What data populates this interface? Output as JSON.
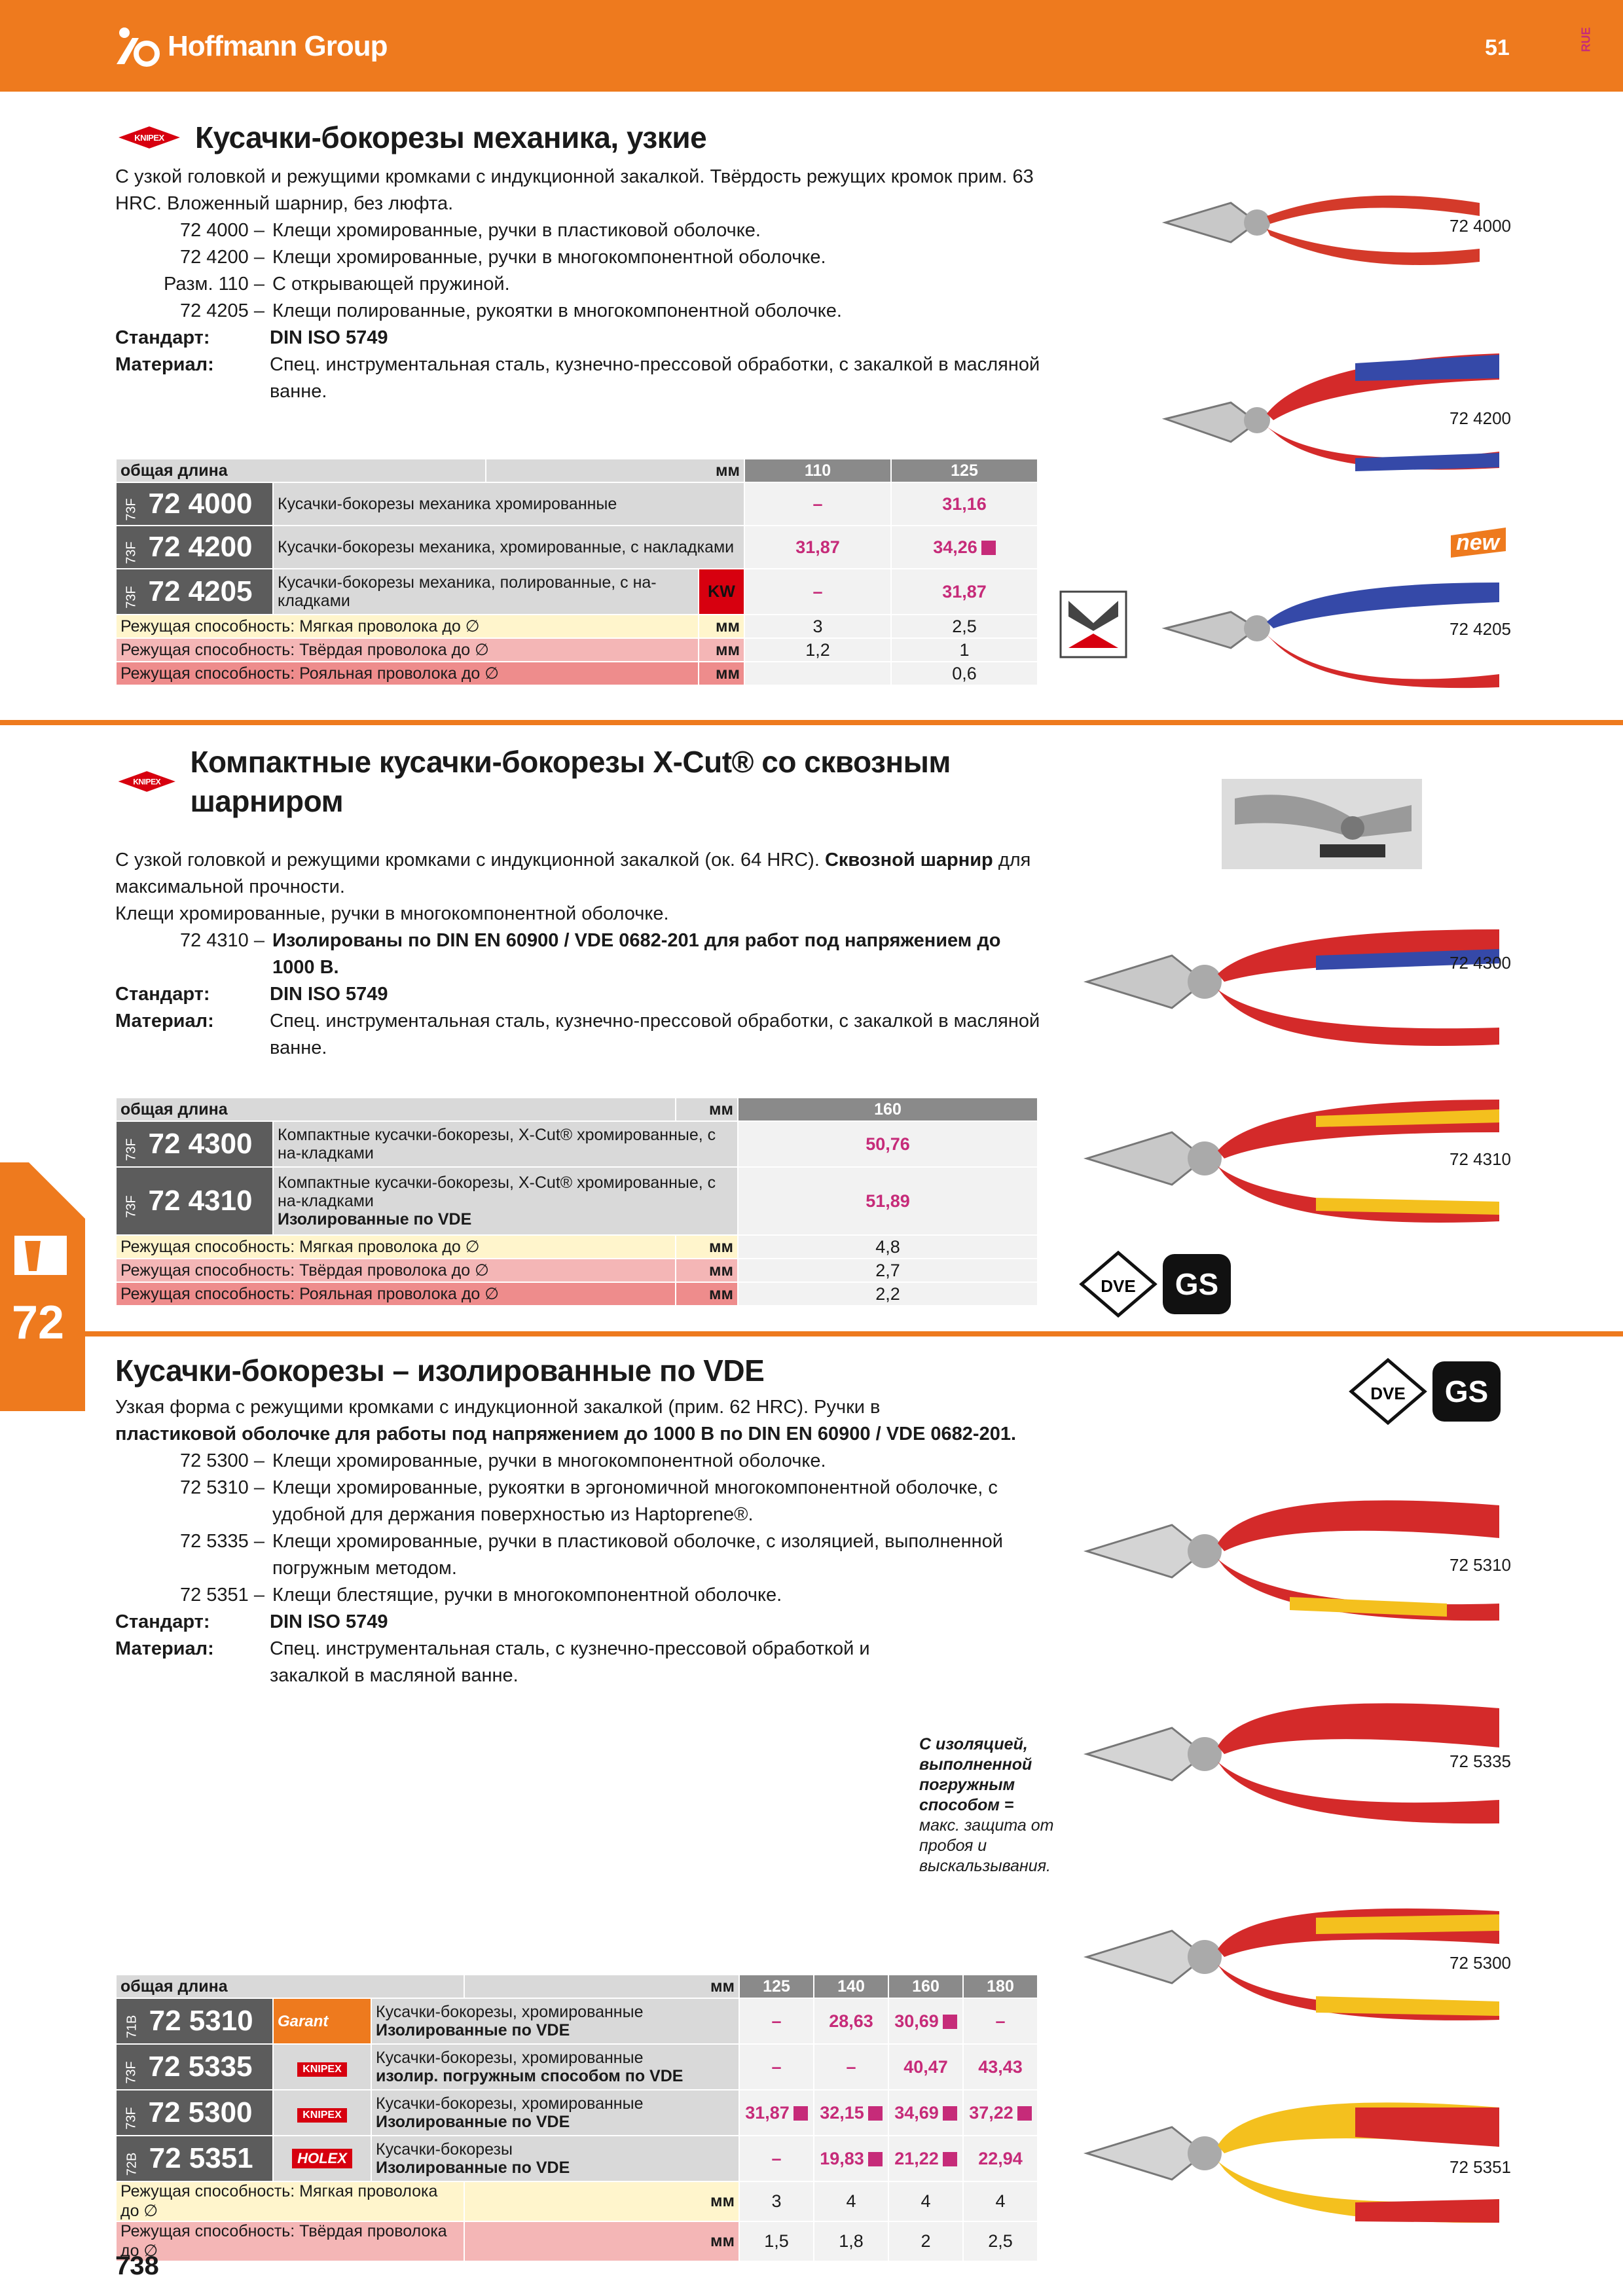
{
  "header": {
    "brand": "Hoffmann Group",
    "page_tag": "51",
    "lang_code": "RUE"
  },
  "section1": {
    "title": "Кусачки-бокорезы механика, узкие",
    "intro": "С узкой головкой и режущими кромками с индукционной закалкой. Твёрдость режущих кромок прим. 63 HRC. Вложенный шарнир, без люфта.",
    "items": [
      {
        "code": "72 4000 –",
        "desc": "Клещи хромированные, ручки в пластиковой оболочке."
      },
      {
        "code": "72 4200 –",
        "desc": "Клещи хромированные, ручки в многокомпонентной оболочке."
      },
      {
        "code": "Разм. 110 –",
        "desc": "С открывающей пружиной."
      },
      {
        "code": "72 4205 –",
        "desc": "Клещи полированные, рукоятки в многокомпонентной оболочке."
      }
    ],
    "standard_key": "Стандарт:",
    "standard_val": "DIN ISO 5749",
    "material_key": "Материал:",
    "material_val": "Спец. инструментальная сталь, кузнечно-прессовой обработки, с закалкой в масляной ванне.",
    "table": {
      "head_label": "общая длина",
      "unit": "мм",
      "sizes": [
        "110",
        "125"
      ],
      "rows": [
        {
          "pre": "73F",
          "art": "72 4000",
          "desc": "Кусачки-бокорезы механика хромированные",
          "v1": "–",
          "v2": "31,16"
        },
        {
          "pre": "73F",
          "art": "72 4200",
          "desc": "Кусачки-бокорезы механика, хромированные, с накладками",
          "v1": "31,87",
          "v2": "34,26"
        },
        {
          "pre": "73F",
          "art": "72 4205",
          "desc": "Кусачки-бокорезы механика, полированные, с на-кладками",
          "badge": "KW",
          "v1": "–",
          "v2": "31,87"
        }
      ],
      "caps": [
        {
          "label": "Режущая способность: Мягкая проволока до ∅",
          "unit": "мм",
          "v1": "3",
          "v2": "2,5"
        },
        {
          "label": "Режущая способность: Твёрдая проволока до ∅",
          "unit": "мм",
          "v1": "1,2",
          "v2": "1"
        },
        {
          "label": "Режущая способность: Рояльная проволока до ∅",
          "unit": "мм",
          "v1": "",
          "v2": "0,6"
        }
      ]
    },
    "tools": [
      "72 4000",
      "72 4200",
      "72 4205"
    ],
    "new_badge": "new"
  },
  "section2": {
    "title": "Компактные кусачки-бокорезы X-Cut® со сквозным шарниром",
    "intro_a": "С узкой головкой и режущими кромками с индукционной закалкой (ок. 64 HRC).",
    "intro_b": "Сквозной шарнир",
    "intro_c": "для максимальной прочности.",
    "intro2": "Клещи хромированные, ручки в многокомпонентной оболочке.",
    "item_code": "72 4310 –",
    "item_desc": "Изолированы по DIN EN 60900 / VDE 0682-201 для работ под напряжением до 1000 В.",
    "standard_key": "Стандарт:",
    "standard_val": "DIN ISO 5749",
    "material_key": "Материал:",
    "material_val": "Спец. инструментальная сталь, кузнечно-прессовой обработки, с закалкой в масляной ванне.",
    "table": {
      "head_label": "общая длина",
      "unit": "мм",
      "size": "160",
      "rows": [
        {
          "pre": "73F",
          "art": "72 4300",
          "desc": "Компактные кусачки-бокорезы, X-Cut® хромированные, с на-кладками",
          "v": "50,76"
        },
        {
          "pre": "73F",
          "art": "72 4310",
          "desc": "Компактные кусачки-бокорезы, X-Cut® хромированные, с на-кладками",
          "desc_b": "Изолированные по VDE",
          "v": "51,89"
        }
      ],
      "caps": [
        {
          "label": "Режущая способность: Мягкая проволока до ∅",
          "unit": "мм",
          "v": "4,8"
        },
        {
          "label": "Режущая способность: Твёрдая проволока до ∅",
          "unit": "мм",
          "v": "2,7"
        },
        {
          "label": "Режущая способность: Рояльная проволока до ∅",
          "unit": "мм",
          "v": "2,2"
        }
      ]
    },
    "tools": [
      "72 4300",
      "72 4310"
    ]
  },
  "section3": {
    "title": "Кусачки-бокорезы – изолированные по VDE",
    "intro_a": "Узкая форма с режущими кромками с индукционной закалкой (прим. 62 HRC). Ручки в",
    "intro_b": "пластиковой оболочке для работы под напряжением до 1000 В по DIN EN 60900 / VDE 0682-201.",
    "items": [
      {
        "code": "72 5300 –",
        "desc": "Клещи хромированные, ручки в многокомпонентной оболочке."
      },
      {
        "code": "72 5310 –",
        "desc": "Клещи хромированные, рукоятки в эргономичной многокомпонентной оболочке, с удобной для держания поверхностью из Haptoprene®."
      },
      {
        "code": "72 5335 –",
        "desc": "Клещи хромированные, ручки в пластиковой оболочке, с изоляцией, выполненной погружным методом."
      },
      {
        "code": "72 5351 –",
        "desc": "Клещи блестящие, ручки в многокомпонентной оболочке."
      }
    ],
    "standard_key": "Стандарт:",
    "standard_val": "DIN ISO 5749",
    "material_key": "Материал:",
    "material_val": "Спец. инструментальная сталь, с кузнечно-прессовой обработкой и закалкой в масляной ванне.",
    "note_bold": "С изоляцией, выполненной погружным способом =",
    "note_rest": "макс. защита от пробоя и выскальзывания.",
    "table": {
      "head_label": "общая длина",
      "unit": "мм",
      "sizes": [
        "125",
        "140",
        "160",
        "180"
      ],
      "rows": [
        {
          "pre": "71B",
          "art": "72 5310",
          "brand": "Garant",
          "desc": "Кусачки-бокорезы, хромированные",
          "desc_b": "Изолированные по VDE",
          "v": [
            "–",
            "28,63",
            "30,69",
            "–"
          ]
        },
        {
          "pre": "73F",
          "art": "72 5335",
          "brand": "KNIPEX",
          "desc": "Кусачки-бокорезы, хромированные",
          "desc_b": "изолир. погружным способом по VDE",
          "v": [
            "–",
            "–",
            "40,47",
            "43,43"
          ]
        },
        {
          "pre": "73F",
          "art": "72 5300",
          "brand": "KNIPEX",
          "desc": "Кусачки-бокорезы, хромированные",
          "desc_b": "Изолированные по VDE",
          "v": [
            "31,87",
            "32,15",
            "34,69",
            "37,22"
          ]
        },
        {
          "pre": "72B",
          "art": "72 5351",
          "brand": "HOLEX",
          "desc": "Кусачки-бокорезы",
          "desc_b": "Изолированные по VDE",
          "v": [
            "–",
            "19,83",
            "21,22",
            "22,94"
          ]
        }
      ],
      "caps": [
        {
          "label": "Режущая способность: Мягкая проволока до ∅",
          "unit": "мм",
          "v": [
            "3",
            "4",
            "4",
            "4"
          ]
        },
        {
          "label": "Режущая способность: Твёрдая проволока до ∅",
          "unit": "мм",
          "v": [
            "1,5",
            "1,8",
            "2",
            "2,5"
          ]
        }
      ]
    },
    "tools": [
      "72 5310",
      "72 5335",
      "72 5300",
      "72 5351"
    ]
  },
  "side_tab_number": "72",
  "footer_page": "738",
  "colors": {
    "orange": "#ee7a1e",
    "magenta": "#c62b79",
    "knipex_red": "#d7000f"
  }
}
